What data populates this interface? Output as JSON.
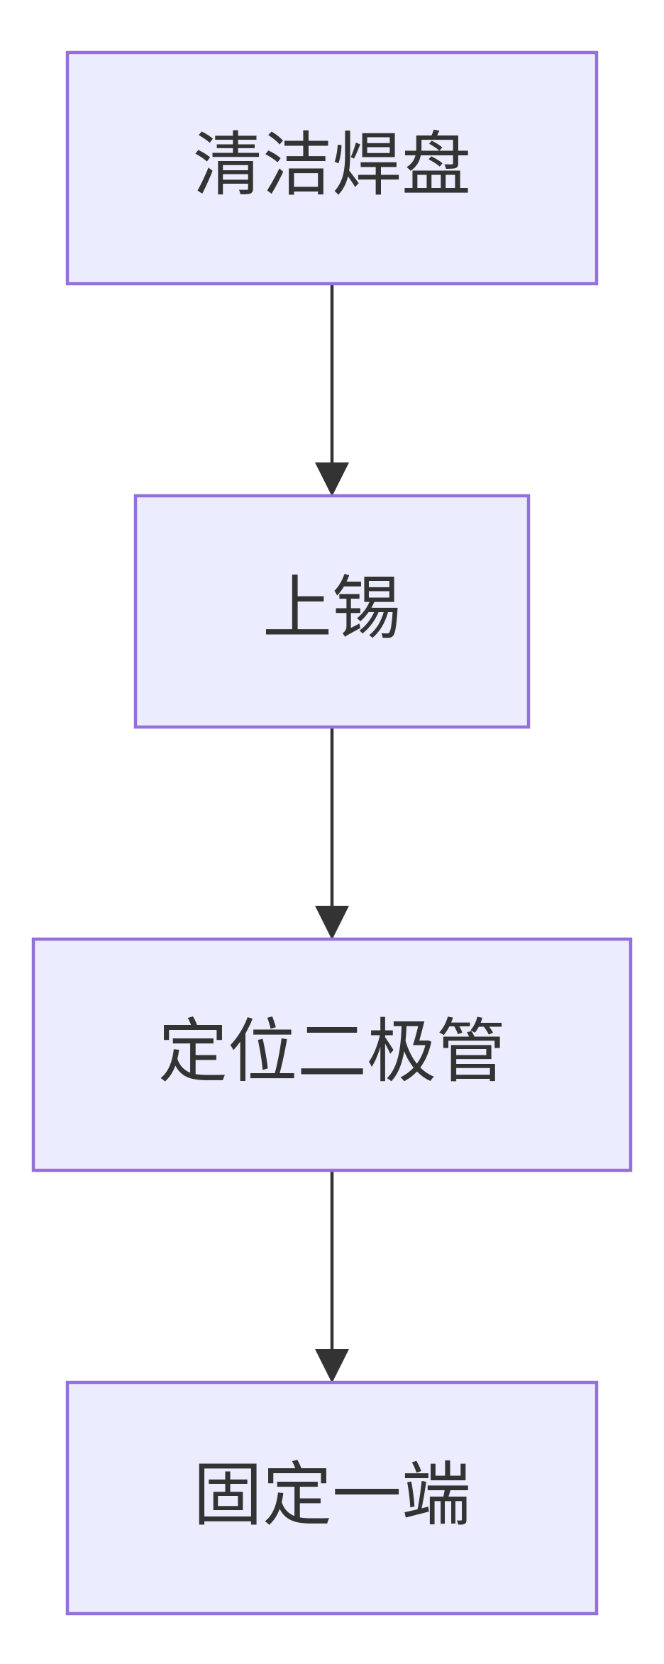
{
  "diagram": {
    "type": "flowchart",
    "direction": "top-down",
    "colors": {
      "node_fill": "#ececff",
      "node_stroke": "#9370db",
      "text": "#333333",
      "edge": "#333333",
      "background": "#ffffff"
    },
    "nodes": [
      {
        "id": "n1",
        "label": "清洁焊盘"
      },
      {
        "id": "n2",
        "label": "上锡"
      },
      {
        "id": "n3",
        "label": "定位二极管"
      },
      {
        "id": "n4",
        "label": "固定一端"
      }
    ],
    "edges": [
      {
        "from": "n1",
        "to": "n2"
      },
      {
        "from": "n2",
        "to": "n3"
      },
      {
        "from": "n3",
        "to": "n4"
      }
    ]
  }
}
